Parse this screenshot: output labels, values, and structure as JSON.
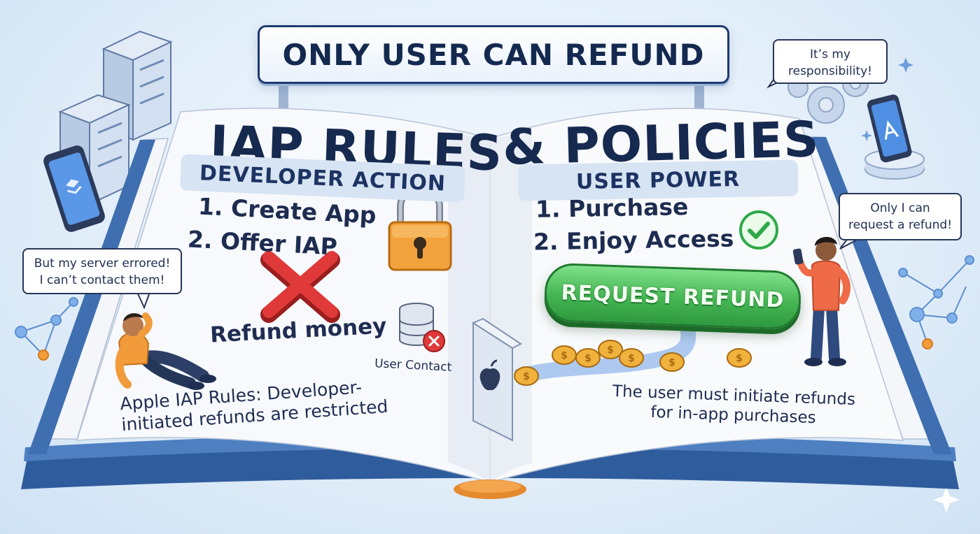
{
  "banner": {
    "title": "ONLY USER CAN REFUND"
  },
  "book": {
    "heading_left": "IAP RULES",
    "heading_right": "& POLICIES",
    "left_page": {
      "section": "DEVELOPER ACTION",
      "steps": [
        "1. Create App",
        "2. Offer IAP"
      ],
      "blocked_action": "Refund money",
      "blocked_contact": "User Contact",
      "caption": "Apple IAP Rules: Developer-initiated refunds are restricted"
    },
    "right_page": {
      "section": "USER POWER",
      "steps": [
        "1. Purchase",
        "2. Enjoy Access"
      ],
      "button": "REQUEST REFUND",
      "caption": "The user must initiate refunds for in-app purchases"
    }
  },
  "bubbles": {
    "developer": "But my server errored! I can’t contact them!",
    "user_responsibility": "It’s my responsibility!",
    "user_refund": "Only I can request a refund!"
  },
  "colors": {
    "ink": "#1f2d52",
    "book_cover": "#3f6fb0",
    "button_green": "#45b553",
    "cross_red": "#e0393a",
    "check_green": "#2fa84a",
    "lock_orange": "#f2a23c",
    "coin_gold": "#f0b23c"
  },
  "icons": [
    "server-rack-icon",
    "smartphone-icon",
    "padlock-icon",
    "red-cross-icon",
    "database-error-icon",
    "check-circle-icon",
    "apple-logo-icon",
    "coin-icon",
    "gear-icon",
    "network-nodes-icon",
    "sparkle-icon"
  ]
}
